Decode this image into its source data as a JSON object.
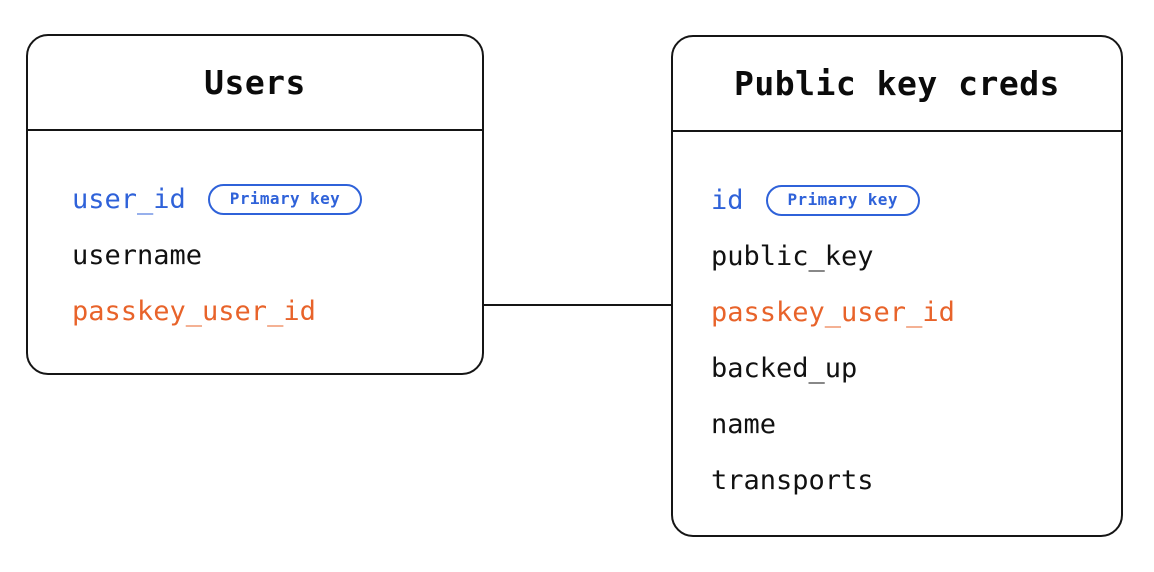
{
  "diagram": {
    "type": "entity-relationship-diagram",
    "background_color": "#ffffff",
    "colors": {
      "border": "#151515",
      "primary_key": "#2F62D9",
      "foreign_key": "#E8632A",
      "text": "#111111"
    },
    "badge_label": "Primary key",
    "entities": [
      {
        "id": "users",
        "title": "Users",
        "fields": [
          {
            "name": "user_id",
            "role": "key",
            "badge": "Primary key"
          },
          {
            "name": "username",
            "role": "plain",
            "badge": null
          },
          {
            "name": "passkey_user_id",
            "role": "fk",
            "badge": null
          }
        ]
      },
      {
        "id": "public-key-creds",
        "title": "Public key creds",
        "fields": [
          {
            "name": "id",
            "role": "key",
            "badge": "Primary key"
          },
          {
            "name": "public_key",
            "role": "plain",
            "badge": null
          },
          {
            "name": "passkey_user_id",
            "role": "fk",
            "badge": null
          },
          {
            "name": "backed_up",
            "role": "plain",
            "badge": null
          },
          {
            "name": "name",
            "role": "plain",
            "badge": null
          },
          {
            "name": "transports",
            "role": "plain",
            "badge": null
          }
        ]
      }
    ],
    "relationships": [
      {
        "from": "users.passkey_user_id",
        "to": "public-key-creds.passkey_user_id",
        "style": "straight-line"
      }
    ]
  }
}
